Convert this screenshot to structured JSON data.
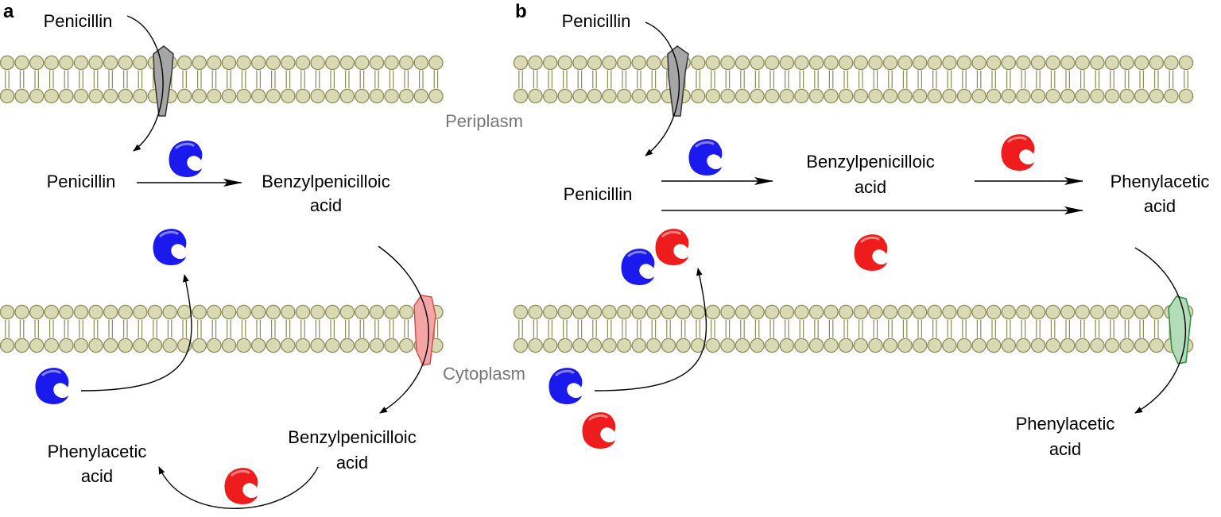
{
  "panels": {
    "a": {
      "letter": "a",
      "penicillin_outside": "Penicillin",
      "penicillin_inside": "Penicillin",
      "benzyl_periplasm_l1": "Benzylpenicilloic",
      "benzyl_periplasm_l2": "acid",
      "benzyl_cytoplasm_l1": "Benzylpenicilloic",
      "benzyl_cytoplasm_l2": "acid",
      "phenyl_l1": "Phenylacetic",
      "phenyl_l2": "acid"
    },
    "b": {
      "letter": "b",
      "penicillin_outside": "Penicillin",
      "penicillin_inside": "Penicillin",
      "benzyl_l1": "Benzylpenicilloic",
      "benzyl_l2": "acid",
      "phenyl_periplasm_l1": "Phenylacetic",
      "phenyl_periplasm_l2": "acid",
      "phenyl_cytoplasm_l1": "Phenylacetic",
      "phenyl_cytoplasm_l2": "acid"
    }
  },
  "compartments": {
    "periplasm": "Periplasm",
    "cytoplasm": "Cytoplasm"
  },
  "colors": {
    "enzyme_blue": "#1a1aee",
    "enzyme_red": "#ee1c1c",
    "lipid_head_fill": "#d9d9b3",
    "lipid_stroke": "#8c8c5a",
    "transporter_gray": "#a6a6a6",
    "transporter_pink": "#f4a6a6",
    "transporter_green": "#b3dcb8",
    "compartment_text": "#777777"
  },
  "icons": {
    "enzyme": "c-shaped-enzyme-icon",
    "transporter": "membrane-transporter-icon"
  }
}
